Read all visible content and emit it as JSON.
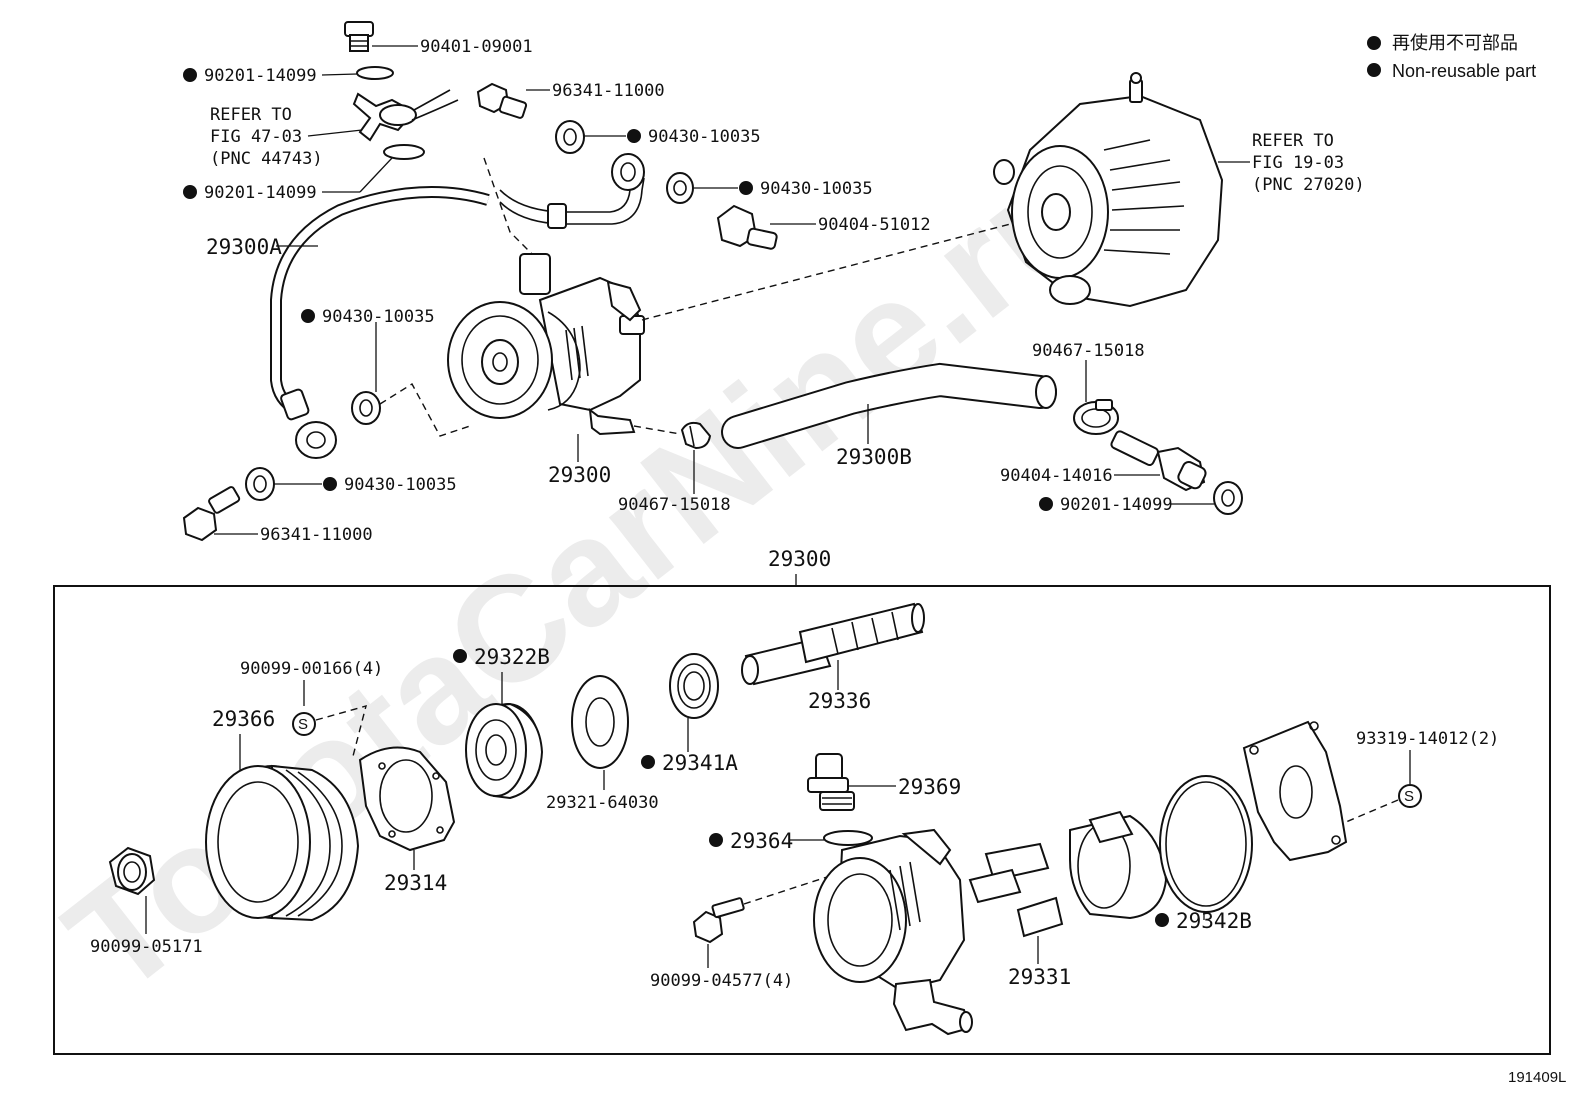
{
  "watermark": "ToyotaCarNine.ru",
  "legend": {
    "japanese": "再使用不可部品",
    "english": "Non-reusable part"
  },
  "refer_alternator": {
    "line1": "REFER TO",
    "line2": "FIG 19-03",
    "line3": "(PNC 27020)"
  },
  "refer_hose": {
    "line1": "REFER TO",
    "line2": "FIG 47-03",
    "line3": "(PNC 44743)"
  },
  "labels": {
    "p_90401_09001": "90401-09001",
    "p_90201_14099_a": "90201-14099",
    "p_96341_11000_a": "96341-11000",
    "p_90430_10035_a": "90430-10035",
    "p_90201_14099_b": "90201-14099",
    "p_90430_10035_b": "90430-10035",
    "p_90404_51012": "90404-51012",
    "p_29300A": "29300A",
    "p_90430_10035_c": "90430-10035",
    "p_90430_10035_d": "90430-10035",
    "p_96341_11000_b": "96341-11000",
    "p_29300": "29300",
    "p_90467_15018_a": "90467-15018",
    "p_29300B": "29300B",
    "p_90467_15018_b": "90467-15018",
    "p_90404_14016": "90404-14016",
    "p_90201_14099_c": "90201-14099",
    "p_29300_box": "29300",
    "p_90099_00166": "90099-00166(4)",
    "p_29322B": "29322B",
    "p_29366": "29366",
    "p_29336": "29336",
    "p_93319_14012": "93319-14012(2)",
    "p_29341A": "29341A",
    "p_29321_64030": "29321-64030",
    "p_29369": "29369",
    "p_29364": "29364",
    "p_29314": "29314",
    "p_90099_05171": "90099-05171",
    "p_29342B": "29342B",
    "p_29331": "29331",
    "p_90099_04577": "90099-04577(4)"
  },
  "figure_code": "191409L"
}
